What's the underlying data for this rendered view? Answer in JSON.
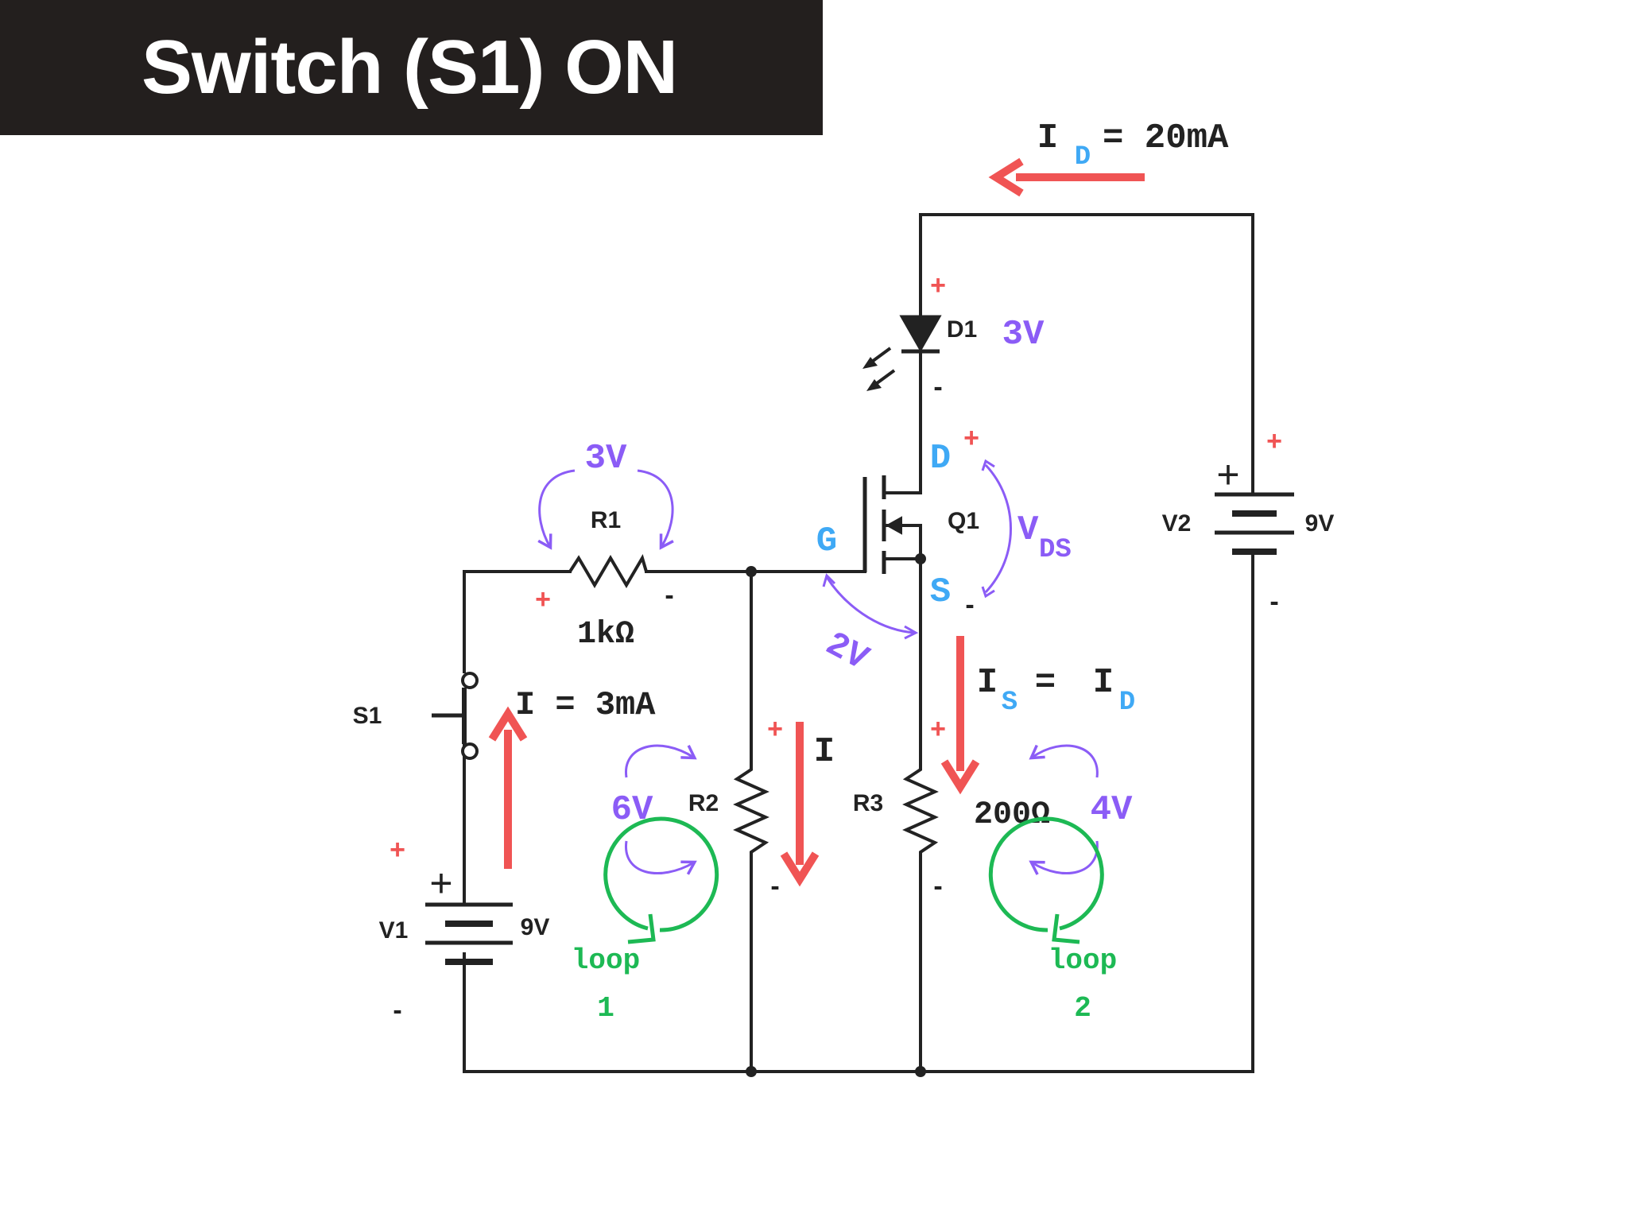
{
  "title": "Switch (S1) ON",
  "colors": {
    "wire": "#222222",
    "current_arrow": "#f05454",
    "voltage": "#8b5cf6",
    "terminal": "#3fa9f5",
    "loop": "#1db954",
    "banner": "#231f1e"
  },
  "components": {
    "r1": {
      "name": "R1",
      "value": "1kΩ",
      "voltage": "3V"
    },
    "r2": {
      "name": "R2",
      "voltage": "6V",
      "current": "I"
    },
    "r3": {
      "name": "R3",
      "value": "200Ω",
      "voltage": "4V"
    },
    "d1": {
      "name": "D1",
      "voltage": "3V"
    },
    "q1": {
      "name": "Q1",
      "gate": "G",
      "drain": "D",
      "source": "S",
      "vgs": "2V",
      "vds_main": "V",
      "vds_sub": "DS"
    },
    "s1": {
      "name": "S1"
    },
    "v1": {
      "name": "V1",
      "value": "9V"
    },
    "v2": {
      "name": "V2",
      "value": "9V"
    }
  },
  "currents": {
    "drain": {
      "main": "I",
      "sub": "D",
      "rest": "= 20mA"
    },
    "loop1": "I = 3mA",
    "source": {
      "i1": "I",
      "s1": "S",
      "eq": "=",
      "i2": "I",
      "s2": "D"
    }
  },
  "loops": {
    "loop1": {
      "word": "loop",
      "number": "1"
    },
    "loop2": {
      "word": "loop",
      "number": "2"
    }
  },
  "signs": {
    "plus": "+",
    "minus": "-"
  }
}
